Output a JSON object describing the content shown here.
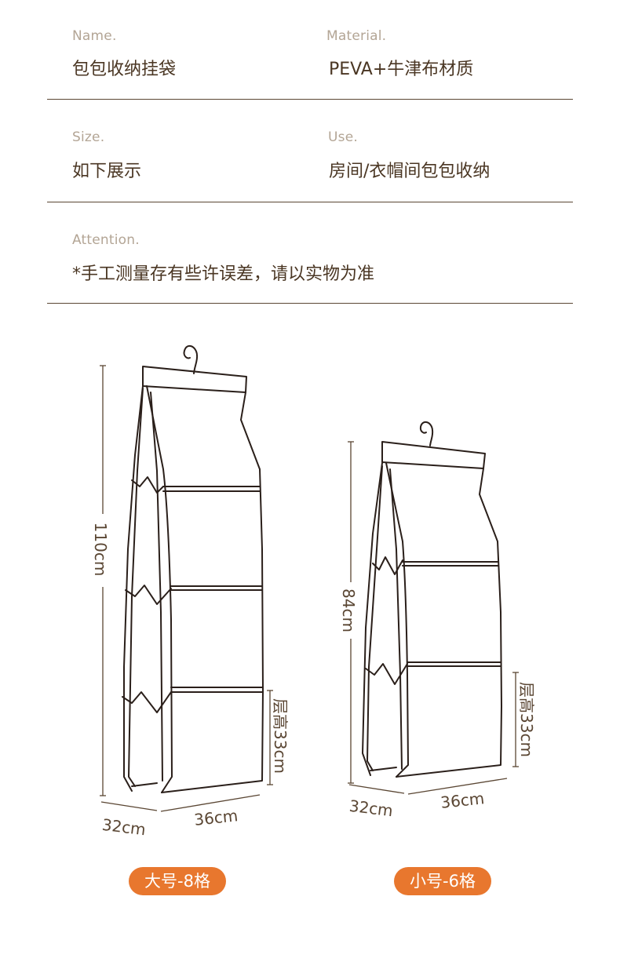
{
  "specs": {
    "name_label": "Name.",
    "name_value": "包包收纳挂袋",
    "material_label": "Material.",
    "material_value": "PEVA+牛津布材质",
    "size_label": "Size.",
    "size_value": "如下展示",
    "use_label": "Use.",
    "use_value": "房间/衣帽间包包收纳",
    "attention_label": "Attention.",
    "attention_value": "*手工测量存有些许误差，请以实物为准"
  },
  "large": {
    "height": "110cm",
    "depth": "32cm",
    "width": "36cm",
    "layer": "层高33cm",
    "badge": "大号-8格"
  },
  "small": {
    "height": "84cm",
    "depth": "32cm",
    "width": "36cm",
    "layer": "层高33cm",
    "badge": "小号-6格"
  },
  "colors": {
    "text": "#4a3623",
    "label": "#b3a595",
    "line": "#5a4633",
    "badge": "#e8772e",
    "outline": "#2a1f1a"
  }
}
